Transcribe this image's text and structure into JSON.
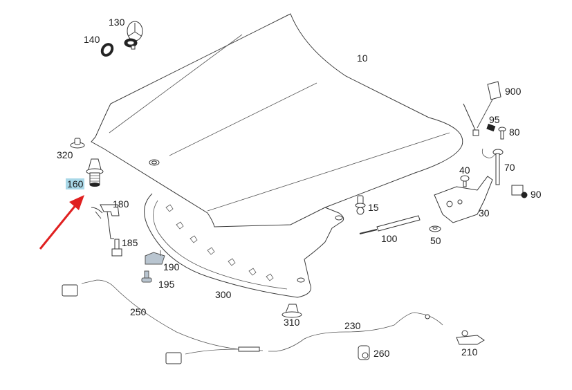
{
  "diagram": {
    "title": "Hood / bonnet assembly exploded parts diagram",
    "highlight_color": "#a9d8e8",
    "arrow_color": "#e02020",
    "highlighted_part": "160",
    "parts": [
      {
        "id": "10",
        "label": "10",
        "name": "hood"
      },
      {
        "id": "15",
        "label": "15",
        "name": "ball-stud"
      },
      {
        "id": "30",
        "label": "30",
        "name": "hinge"
      },
      {
        "id": "40",
        "label": "40",
        "name": "hinge-bolt"
      },
      {
        "id": "50",
        "label": "50",
        "name": "nut"
      },
      {
        "id": "70",
        "label": "70",
        "name": "hinge-pin-bolt"
      },
      {
        "id": "80",
        "label": "80",
        "name": "bolt"
      },
      {
        "id": "90",
        "label": "90",
        "name": "clip"
      },
      {
        "id": "95",
        "label": "95",
        "name": "bracket-clip"
      },
      {
        "id": "100",
        "label": "100",
        "name": "gas-strut"
      },
      {
        "id": "130",
        "label": "130",
        "name": "star-emblem"
      },
      {
        "id": "140",
        "label": "140",
        "name": "emblem-seal"
      },
      {
        "id": "160",
        "label": "160",
        "name": "hood-buffer"
      },
      {
        "id": "180",
        "label": "180",
        "name": "catch-bracket"
      },
      {
        "id": "185",
        "label": "185",
        "name": "screw"
      },
      {
        "id": "190",
        "label": "190",
        "name": "plate"
      },
      {
        "id": "195",
        "label": "195",
        "name": "bolt"
      },
      {
        "id": "210",
        "label": "210",
        "name": "release-handle"
      },
      {
        "id": "230",
        "label": "230",
        "name": "release-cable"
      },
      {
        "id": "250",
        "label": "250",
        "name": "release-cable"
      },
      {
        "id": "260",
        "label": "260",
        "name": "cable-clip"
      },
      {
        "id": "300",
        "label": "300",
        "name": "hood-insulation-seal"
      },
      {
        "id": "310",
        "label": "310",
        "name": "clip"
      },
      {
        "id": "320",
        "label": "320",
        "name": "rubber-stop"
      },
      {
        "id": "900",
        "label": "900",
        "name": "label-tag"
      }
    ]
  }
}
